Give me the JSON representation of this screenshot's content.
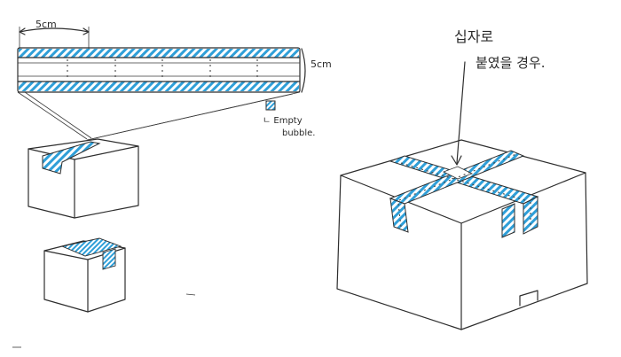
{
  "labels": {
    "width_label": "5cm",
    "height_label": "5cm",
    "empty_line1": "ㄴ Empty",
    "empty_line2": "bubble.",
    "korean_line1": "십자로",
    "korean_line2": "붙였을 경우."
  },
  "colors": {
    "ink": "#2e2e2e",
    "accent_blue": "#2f9fd8",
    "paper": "#ffffff"
  }
}
